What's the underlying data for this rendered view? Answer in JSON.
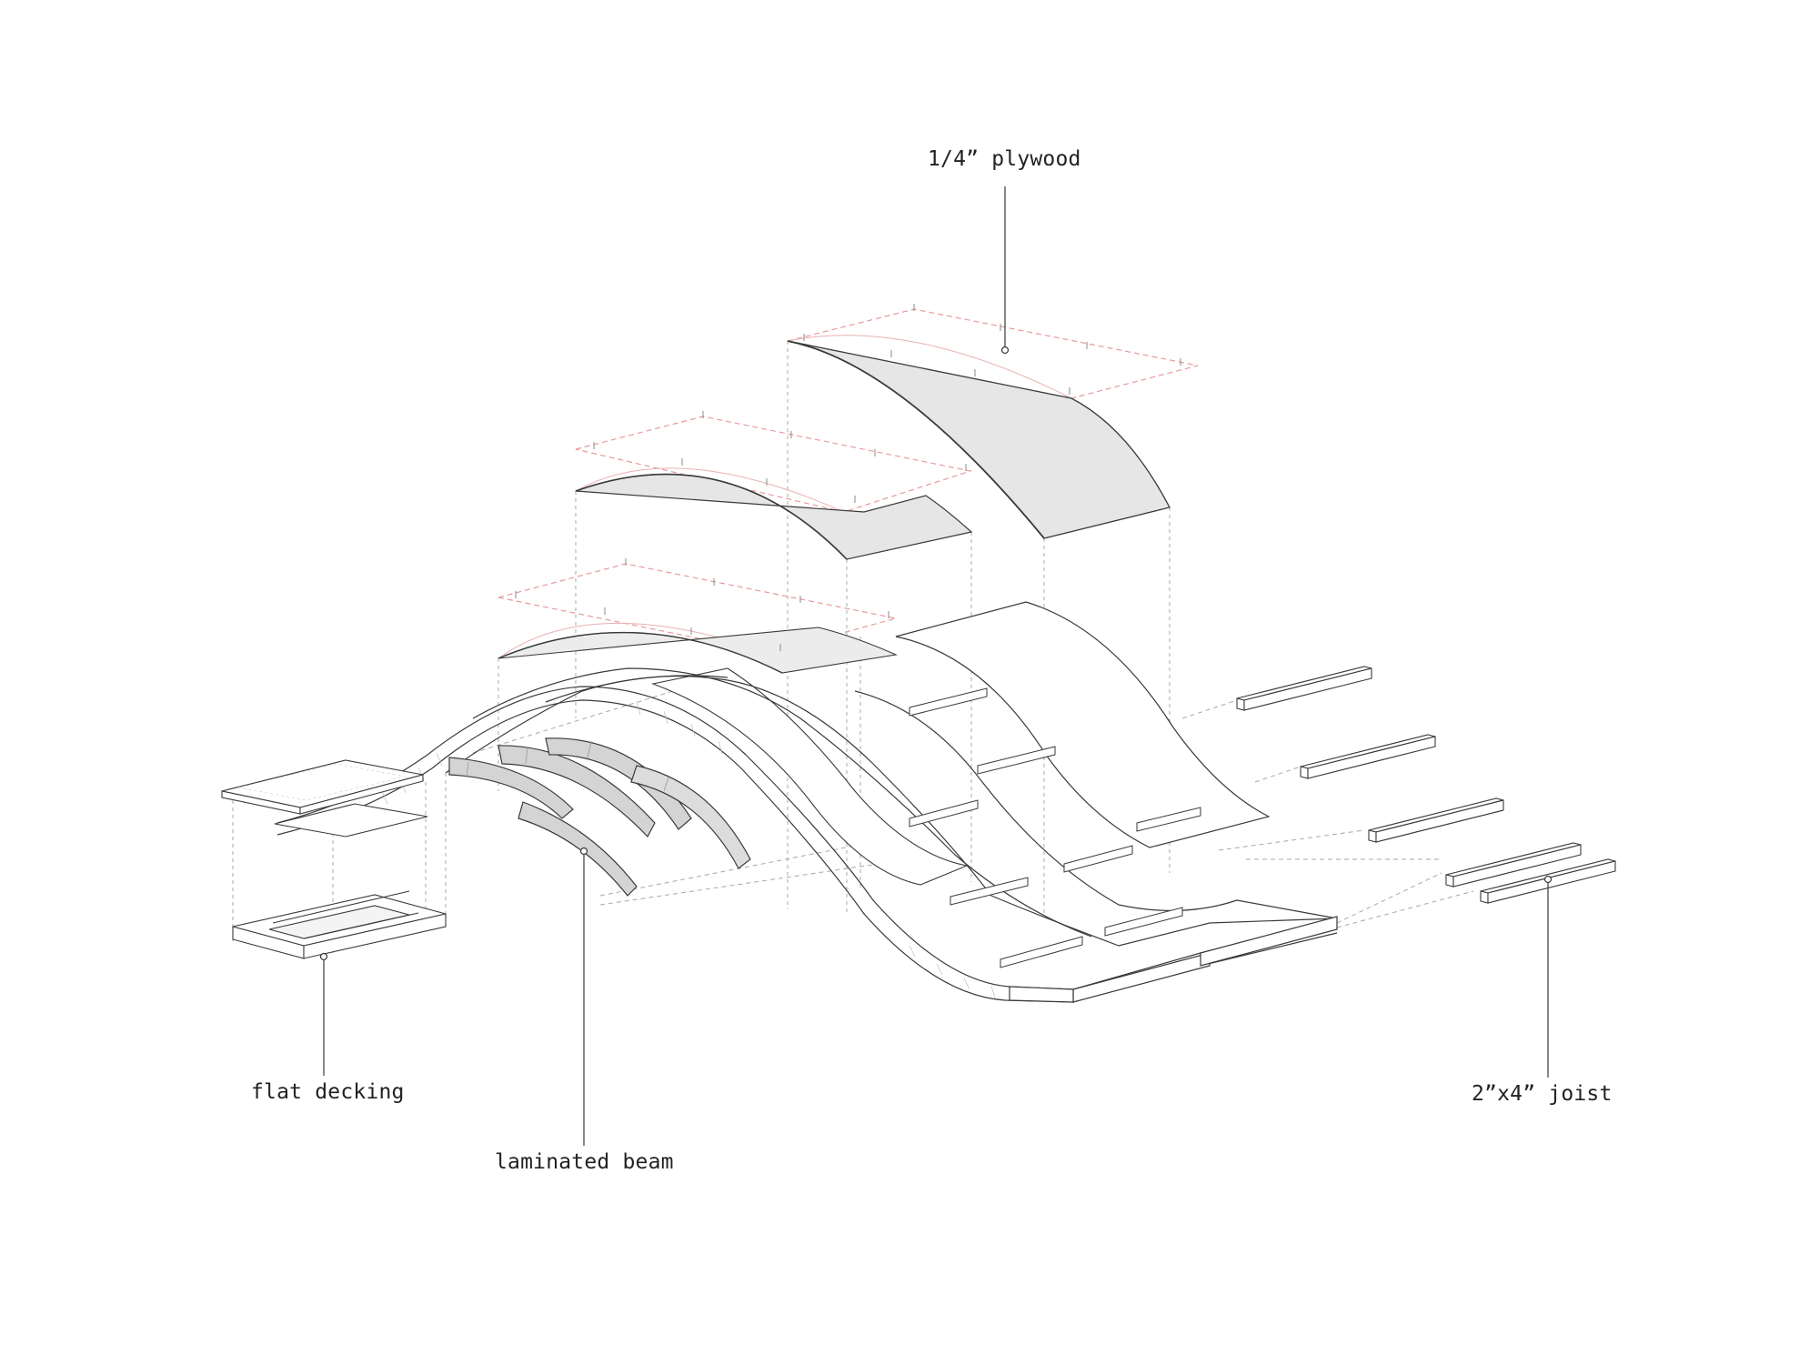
{
  "diagram": {
    "labels": {
      "plywood": "1/4” plywood",
      "flat_decking": "flat decking",
      "laminated_beam": "laminated beam",
      "joist": "2”x4” joist"
    }
  },
  "colors": {
    "line": "#3a3a3a",
    "thin_line": "#8a8a8a",
    "dashed_gray": "#9a9a9a",
    "dashed_red": "#e89a9a",
    "fill_shade": "#e6e6e6",
    "fill_beam": "#d4d4d4",
    "fill_light": "#ffffff",
    "text": "#222222"
  }
}
